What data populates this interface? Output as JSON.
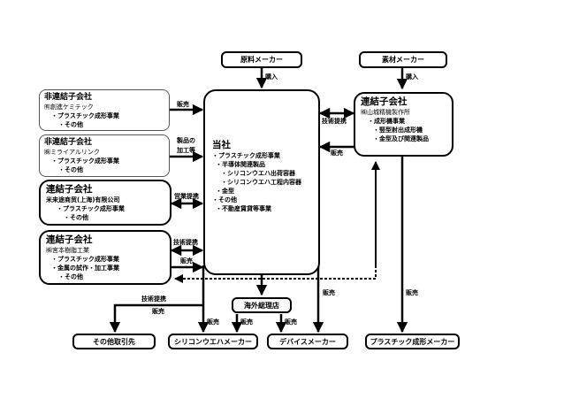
{
  "suppliers": {
    "raw_material": "原料メーカー",
    "material": "素材メーカー",
    "purchase_label_1": "購入",
    "purchase_label_2": "購入"
  },
  "left_companies": [
    {
      "category": "非連結子会社",
      "name": "㈲創進ケミテック",
      "lines": [
        "・プラスチック成形事業",
        "・その他"
      ],
      "relation": "販売"
    },
    {
      "category": "非連結子会社",
      "name": "㈱ミライアルリンク",
      "lines": [
        "・プラスチック成形事業",
        "・その他"
      ],
      "relation_1": "製品の",
      "relation_2": "加工等"
    },
    {
      "category": "連結子会社",
      "name": "米来途商贸(上海)有限公司",
      "lines": [
        "・プラスチック成形事業",
        "・その他"
      ],
      "relation": "営業提携"
    },
    {
      "category": "連結子会社",
      "name": "㈱宮本樹脂工業",
      "lines": [
        "・プラスチック成形事業",
        "・金属の試作・加工事業",
        "・その他"
      ],
      "relation_1": "技術提携",
      "relation_2": "販売"
    }
  ],
  "main_company": {
    "title": "当社",
    "lines": [
      "・プラスチック成形事業",
      "・半導体関連製品",
      "・シリコンウエハ出荷容器",
      "・シリコンウエハ工程内容器",
      "・金型",
      "・その他",
      "・不動産賃貸等事業"
    ]
  },
  "right_company": {
    "category": "連結子会社",
    "name": "㈱山城精機製作所",
    "lines": [
      "・成形機事業",
      "・竪型射出成形機",
      "・金型及び関連製品"
    ],
    "relation_1": "技術提携",
    "relation_2": "販売"
  },
  "distributor": {
    "name": "海外総理店"
  },
  "customers": [
    {
      "name": "その他取引先"
    },
    {
      "name": "シリコンウエハメーカー"
    },
    {
      "name": "デバイスメーカー"
    },
    {
      "name": "プラスチック成形メーカー"
    }
  ],
  "flow_labels": {
    "other_tech": "技術提携",
    "other_sales": "販売",
    "wafer_sales_main": "販売",
    "wafer_sales_dist": "販売",
    "device_sales_dist": "販売",
    "device_sales_main": "販売",
    "plastic_sales": "販売"
  }
}
